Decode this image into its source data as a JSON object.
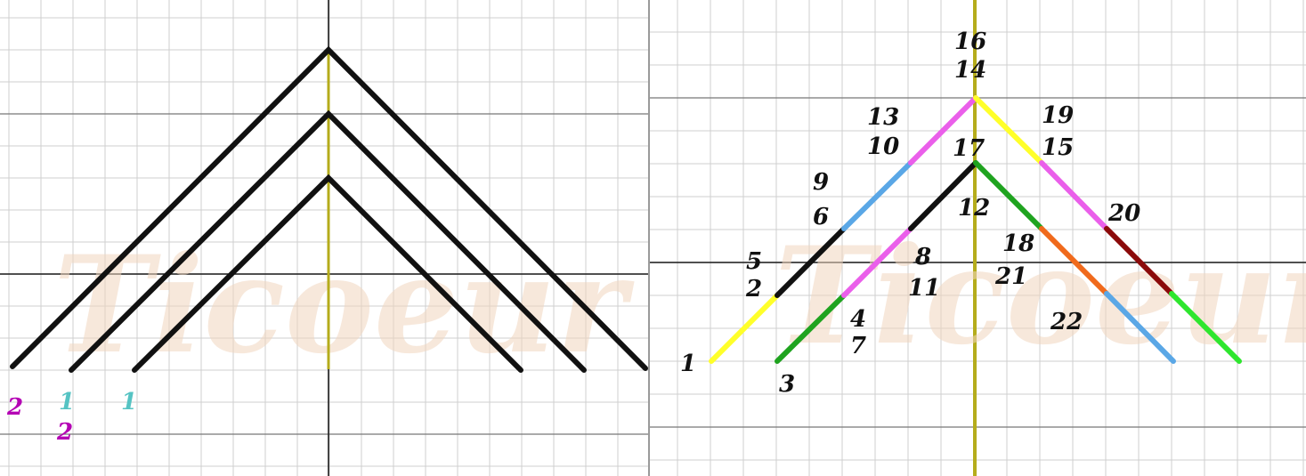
{
  "watermark": "Ticoeur",
  "colors": {
    "grid": "#cfcfcf",
    "axis": "#222222",
    "center_line": "#b5ac1c",
    "stroke": "#111111",
    "magenta": "#b400b4",
    "teal": "#55c3c3"
  },
  "left": {
    "labels": [
      {
        "text": "2",
        "color": "#b400b4"
      },
      {
        "text": "1",
        "color": "#55c3c3"
      },
      {
        "text": "2",
        "color": "#b400b4"
      },
      {
        "text": "1",
        "color": "#55c3c3"
      }
    ]
  },
  "right": {
    "segment_colors": {
      "yellow": "#ffff2a",
      "black": "#111111",
      "blue": "#5aa7e6",
      "magenta": "#ea5fea",
      "green": "#1fa31f",
      "lime": "#2ee62e",
      "orange": "#f06a1c",
      "darkred": "#8b0a0a"
    },
    "labels": [
      "16",
      "14",
      "13",
      "10",
      "19",
      "15",
      "17",
      "9",
      "6",
      "12",
      "20",
      "18",
      "5",
      "8",
      "2",
      "21",
      "11",
      "4",
      "7",
      "22",
      "1",
      "3"
    ]
  }
}
